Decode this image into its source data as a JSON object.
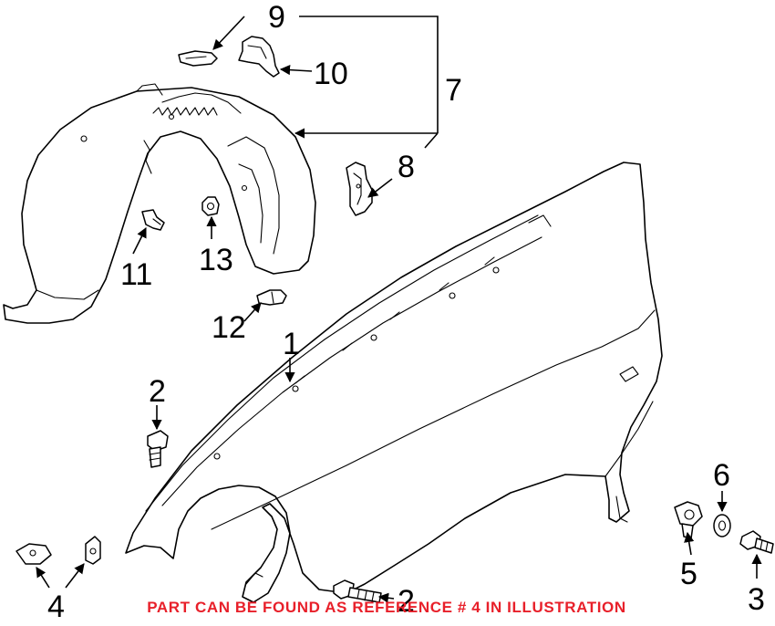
{
  "callouts": {
    "c1": "1",
    "c2a": "2",
    "c2b": "2",
    "c3": "3",
    "c4": "4",
    "c5": "5",
    "c6": "6",
    "c7": "7",
    "c8": "8",
    "c9": "9",
    "c10": "10",
    "c11": "11",
    "c12": "12",
    "c13": "13"
  },
  "note": "PART CAN BE FOUND AS REFERENCE # 4 IN ILLUSTRATION",
  "colors": {
    "line": "#000000",
    "note": "#e8202a",
    "background": "#ffffff"
  }
}
